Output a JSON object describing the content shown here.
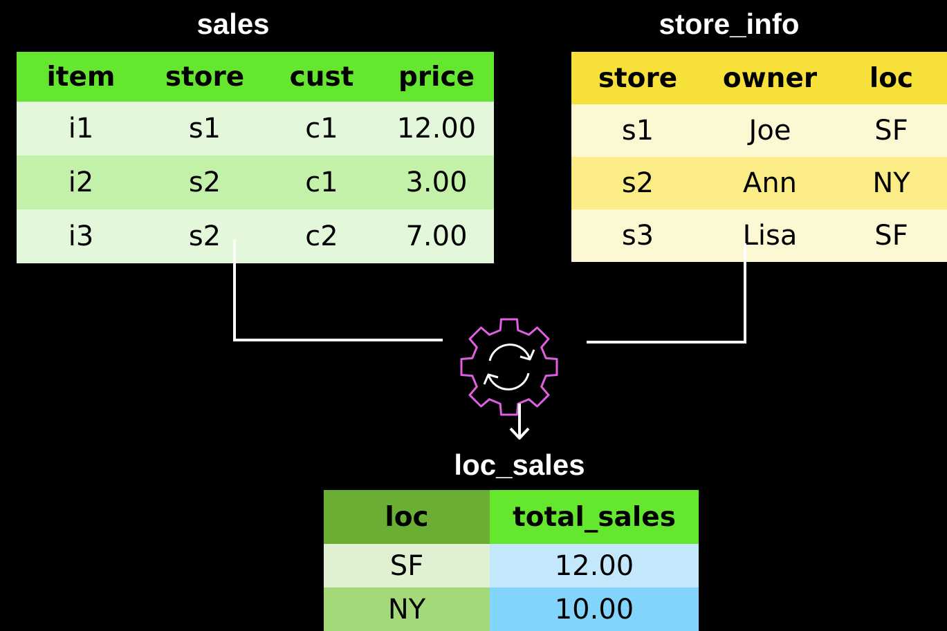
{
  "sales": {
    "title": "sales",
    "columns": [
      "item",
      "store",
      "cust",
      "price"
    ],
    "rows": [
      [
        "i1",
        "s1",
        "c1",
        "12.00"
      ],
      [
        "i2",
        "s2",
        "c1",
        "3.00"
      ],
      [
        "i3",
        "s2",
        "c2",
        "7.00"
      ]
    ]
  },
  "store_info": {
    "title": "store_info",
    "columns": [
      "store",
      "owner",
      "loc"
    ],
    "rows": [
      [
        "s1",
        "Joe",
        "SF"
      ],
      [
        "s2",
        "Ann",
        "NY"
      ],
      [
        "s3",
        "Lisa",
        "SF"
      ]
    ]
  },
  "loc_sales": {
    "title": "loc_sales",
    "columns": [
      "loc",
      "total_sales"
    ],
    "rows": [
      [
        "SF",
        "12.00"
      ],
      [
        "NY",
        "10.00"
      ]
    ]
  },
  "process": {
    "icon": "gear-refresh-icon",
    "color": "#e05ee0"
  },
  "colors": {
    "sales_header": "#66e72f",
    "store_header": "#f8e03a",
    "loc_header_dark": "#6aae34",
    "loc_header_bright": "#66e72f"
  }
}
